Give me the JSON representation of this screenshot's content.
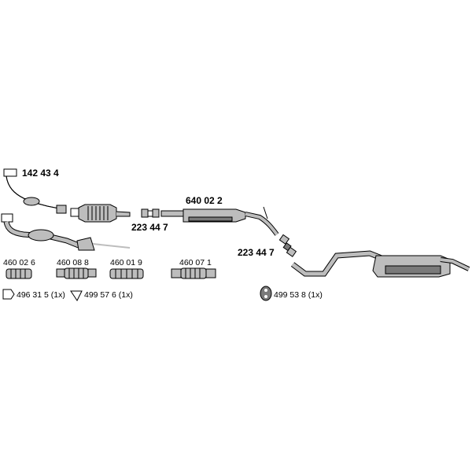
{
  "parts": {
    "front_pipe_upper": "142 43 4",
    "centre_silencer": "640 02 2",
    "connector_left": "223 44 7",
    "connector_right": "223 44 7"
  },
  "flex_pipes": [
    {
      "number": "460 02 6"
    },
    {
      "number": "460 08 8"
    },
    {
      "number": "460 01 9"
    },
    {
      "number": "460 07 1"
    }
  ],
  "fittings": [
    {
      "number": "496 31 5 (1x)",
      "icon": "gasket-icon"
    },
    {
      "number": "499 57 6 (1x)",
      "icon": "ring-gasket-icon"
    },
    {
      "number": "499 53 8 (1x)",
      "icon": "rubber-mount-icon"
    }
  ]
}
